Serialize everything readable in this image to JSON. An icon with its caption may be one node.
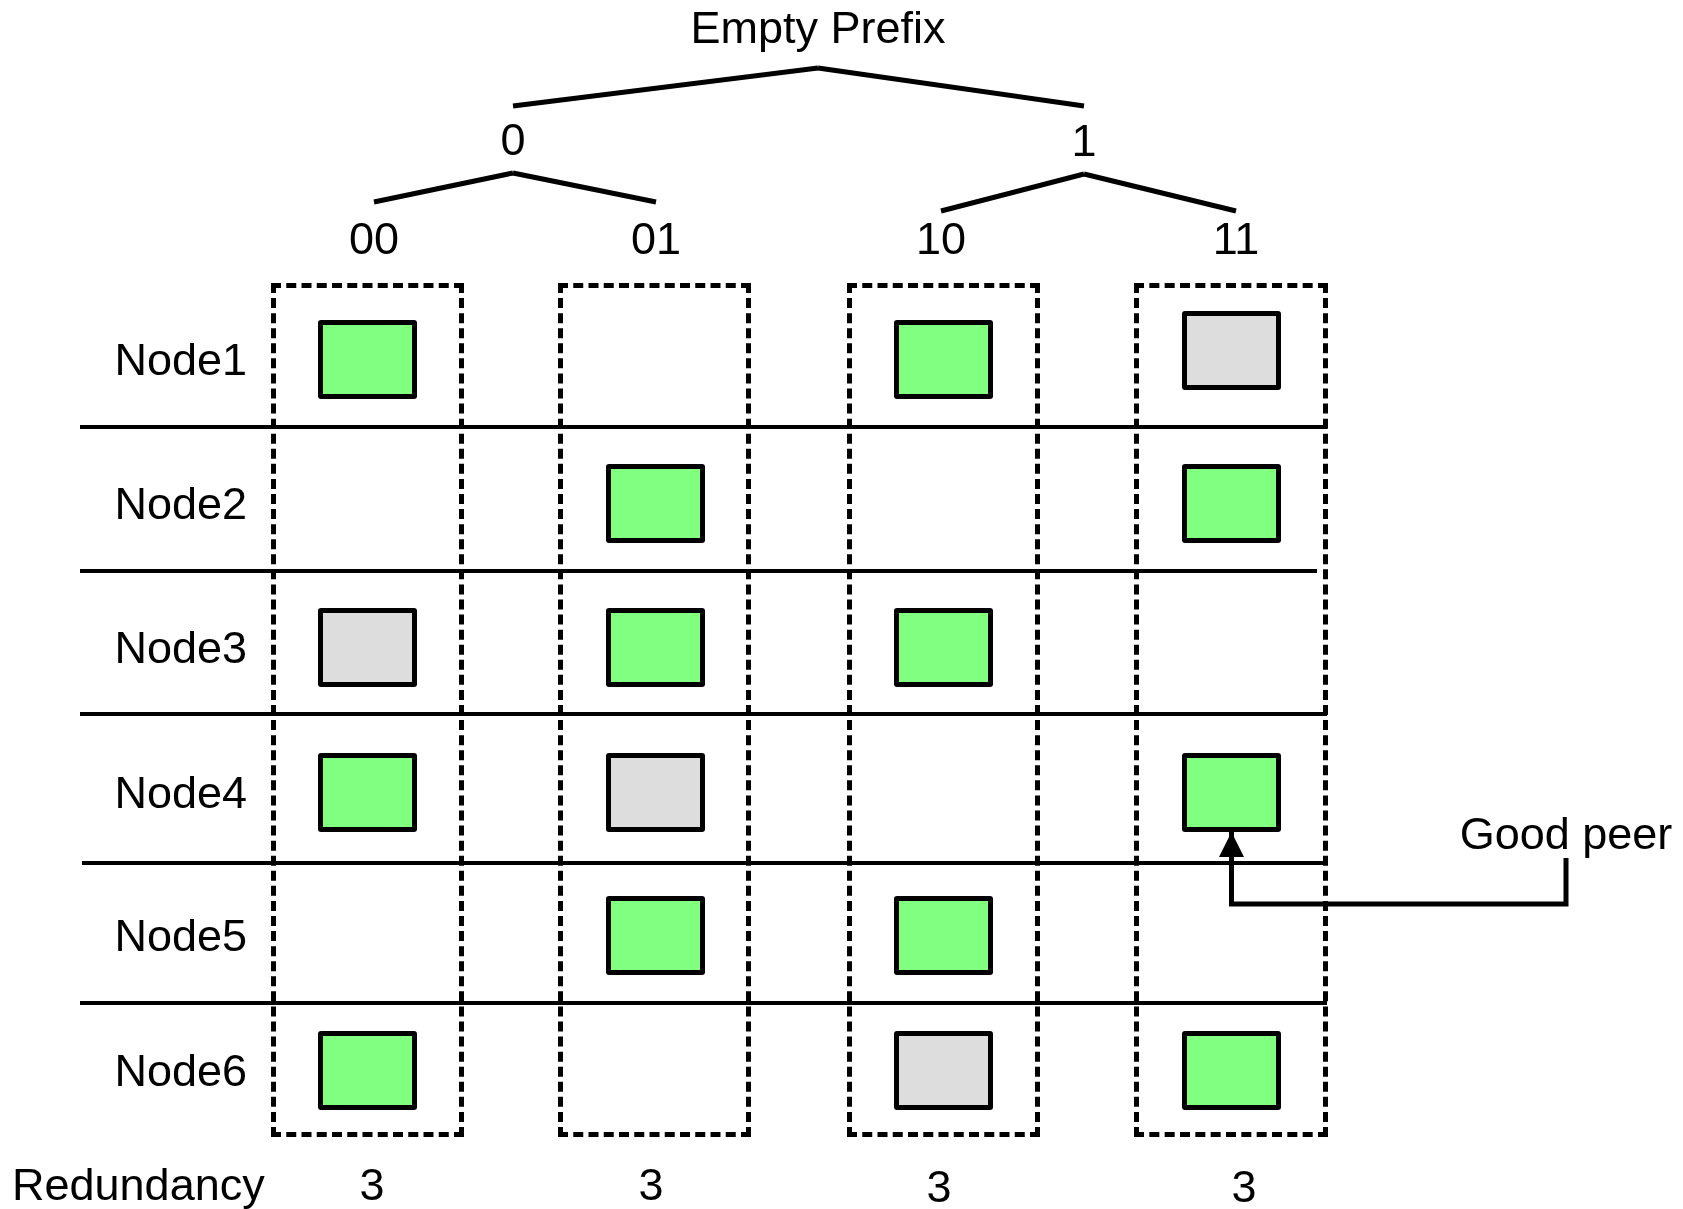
{
  "diagram": {
    "nodes": [
      {
        "text": [
          "Empty Prefix"
        ]
      },
      {
        "text": [
          "0"
        ]
      },
      {
        "text": [
          "1"
        ]
      },
      {
        "text": [
          "00"
        ]
      },
      {
        "text": [
          "01"
        ]
      },
      {
        "text": [
          "10"
        ]
      },
      {
        "text": [
          "11"
        ]
      },
      {
        "text": [],
        "shape": "box"
      },
      {
        "text": [],
        "shape": "box",
        "in": 7
      },
      {
        "text": [],
        "shape": "box",
        "in": 7
      },
      {
        "text": [],
        "shape": "box",
        "in": 7
      },
      {
        "text": [],
        "shape": "box",
        "in": 7
      },
      {
        "text": [],
        "shape": "box"
      },
      {
        "text": [],
        "shape": "box",
        "in": 12
      },
      {
        "text": [],
        "shape": "box",
        "in": 12
      },
      {
        "text": [],
        "shape": "box",
        "in": 12
      },
      {
        "text": [],
        "shape": "box",
        "in": 12
      },
      {
        "text": [],
        "shape": "box"
      },
      {
        "text": [],
        "shape": "box",
        "in": 17
      },
      {
        "text": [],
        "shape": "box",
        "in": 17
      },
      {
        "text": [],
        "shape": "box",
        "in": 17
      },
      {
        "text": [],
        "shape": "box",
        "in": 17
      },
      {
        "text": [],
        "shape": "box"
      },
      {
        "text": [],
        "shape": "box",
        "in": 22
      },
      {
        "text": [],
        "shape": "box",
        "in": 22
      },
      {
        "text": [],
        "shape": "box",
        "in": 22
      },
      {
        "text": [],
        "shape": "box",
        "in": 22
      },
      {
        "text": [
          "Good peer"
        ]
      }
    ],
    "edges": [
      {
        "from": 0,
        "to": 1,
        "arrow": "none"
      },
      {
        "from": 0,
        "to": 2,
        "arrow": "none"
      },
      {
        "from": 1,
        "to": 3,
        "arrow": "none"
      },
      {
        "from": 1,
        "to": 4,
        "arrow": "none"
      },
      {
        "from": 2,
        "to": 5,
        "arrow": "none"
      },
      {
        "from": 2,
        "to": 6,
        "arrow": "none"
      },
      {
        "from": 27,
        "to": 25,
        "arrow": "to"
      }
    ],
    "labels": [
      "Node1",
      "Node2",
      "Node3",
      "Node4",
      "Node5",
      "Node6",
      "Redundancy",
      "3",
      "3",
      "3",
      "3"
    ]
  }
}
